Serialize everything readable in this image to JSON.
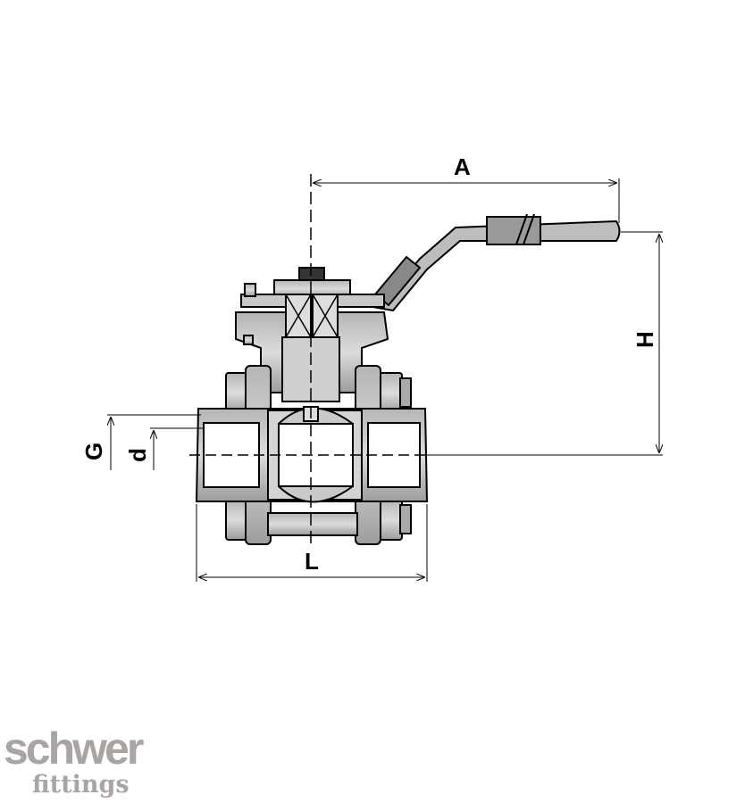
{
  "drawing": {
    "dimensions": {
      "A": "A",
      "H": "H",
      "G": "G",
      "d": "d",
      "L": "L"
    },
    "colors": {
      "part_fill": "#c4c4c4",
      "part_dark": "#9a9a9a",
      "line": "#000000",
      "logo": "#aaa5a2"
    }
  },
  "logo": {
    "line1": "schwer",
    "line2": "fittings"
  }
}
